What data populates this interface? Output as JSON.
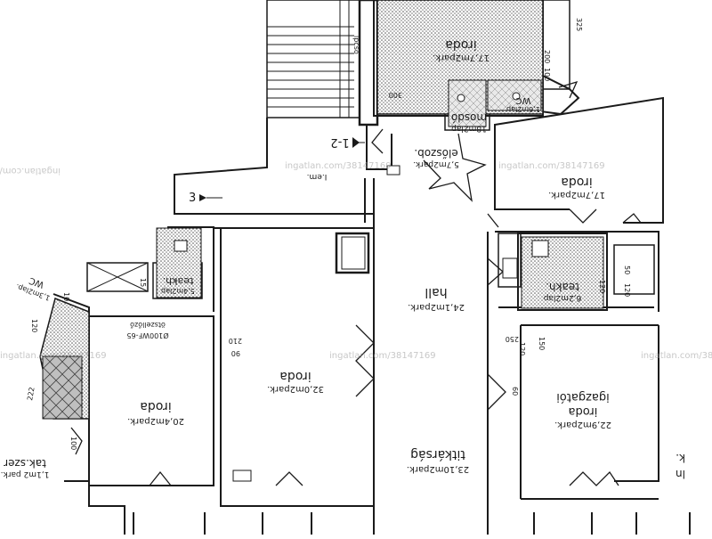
{
  "colors": {
    "ink": "#1a1a1a",
    "hatch": "#8a8a8a",
    "paper": "#ffffff",
    "watermark": "#9a9a9a"
  },
  "watermark": "ingatlan.com/38147169",
  "rooms": {
    "iroda_top": {
      "name": "iroda",
      "area": "17,7m2park."
    },
    "mosdo": {
      "name": "mosdó",
      "area": "18m2lap"
    },
    "wc_top": {
      "name": "WC",
      "area": "1,6m2lap"
    },
    "eloszoba": {
      "name": "előszob.",
      "area": "5,7m2park."
    },
    "iroda_right": {
      "name": "iroda",
      "area": "17,7m2park."
    },
    "teakonyha_right": {
      "name": "teakh.",
      "area": "6,2m2lap"
    },
    "hall": {
      "name": "hall",
      "area": "24,1m2park."
    },
    "iroda_mid": {
      "name": "iroda",
      "area": "32,0m2park."
    },
    "teakonyha_left": {
      "name": "teakh.",
      "area": "5,4m2lap"
    },
    "wc_left": {
      "name": "WC",
      "area": "1,3m2lap."
    },
    "eloszobakert": {
      "name": "ötszellőző",
      "area": "Ø100WF-65"
    },
    "iroda_left": {
      "name": "iroda",
      "area": "20,4m2park."
    },
    "igazgatoi": {
      "name": "igazgatói",
      "sub": "iroda",
      "area": "22,9m2park."
    },
    "titkarsag": {
      "name": "titkárság",
      "area": "23,10m2park."
    },
    "takszer": {
      "name": "tak.szer",
      "area": "1,1m2 park."
    },
    "lepcso": {
      "name": "lpcsö"
    },
    "floor": {
      "name": "I.em."
    }
  },
  "markers": {
    "section": "1-2",
    "section3": "3"
  },
  "dimensions": [
    "325",
    "200",
    "100",
    "300",
    "10",
    "120",
    "222",
    "100",
    "210",
    "90",
    "150",
    "120",
    "250",
    "120",
    "50",
    "120",
    "60",
    "15"
  ],
  "edge_text": {
    "right1": "k.",
    "right2": "ln"
  }
}
